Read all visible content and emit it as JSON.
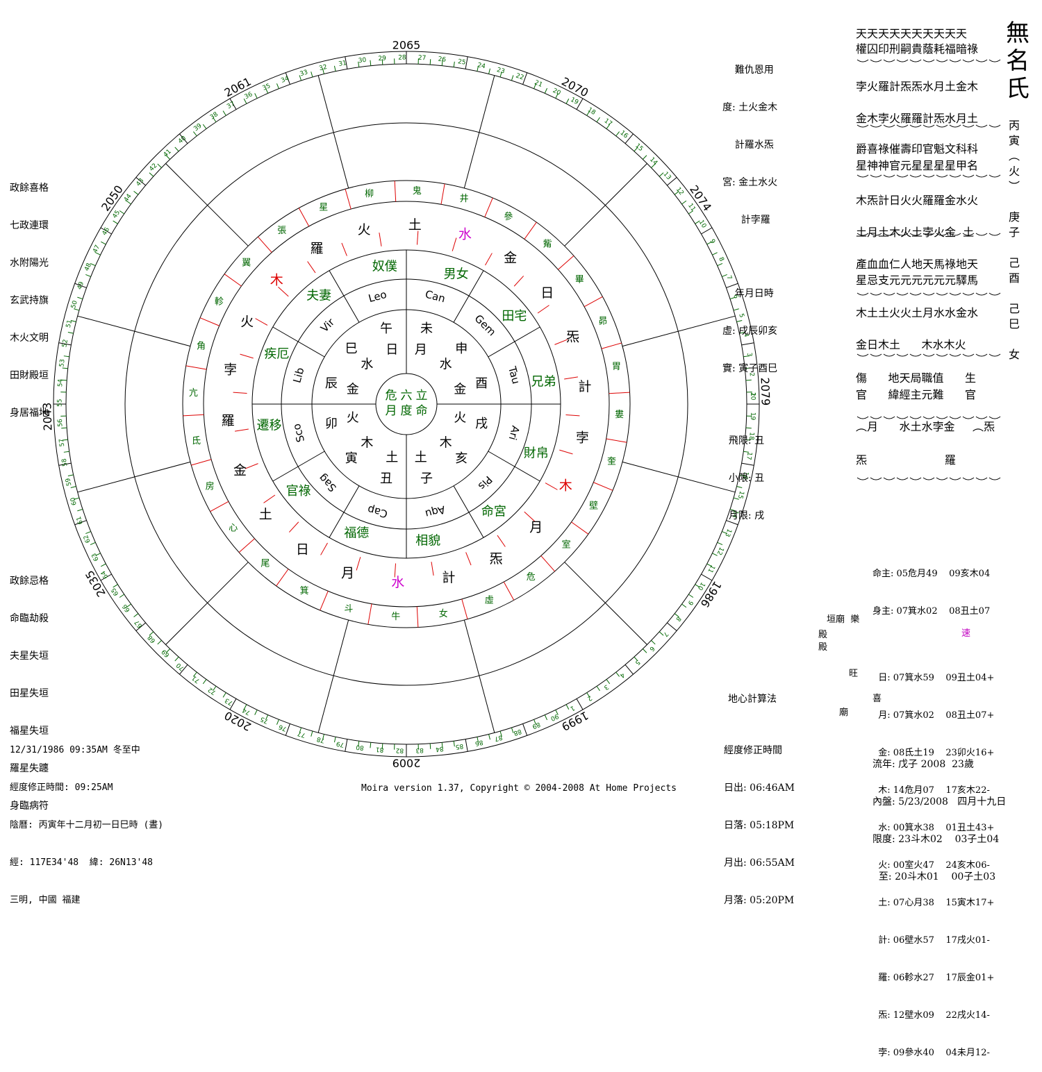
{
  "footer": "Moira version 1.37, Copyright © 2004-2008 At Home Projects",
  "title": "無\n名\n氏",
  "pillars": "丙\n寅\n︵\n火\n︶\n\n庚\n子\n\n己\n酉\n\n己\n巳\n\n女",
  "top_info": {
    "l1": "    難仇恩用",
    "l2": "度: 土火金木",
    "l3": "    計羅水炁",
    "l4": "宮: 金土水火",
    "l5": "      計孛羅",
    "l6": "    年月日時",
    "l7": "虛: 戌辰卯亥",
    "l8": "實: 寅子酉巳",
    "l9": "  飛限: 丑",
    "l10": "  小限: 丑",
    "l11": "  月限: 戌"
  },
  "left_upper": [
    "政餘喜格",
    "七政連環",
    "水附陽光",
    "玄武持旗",
    "木火文明",
    "田財殿垣",
    "身居福地"
  ],
  "left_lower": [
    "政餘忌格",
    "命臨劫殺",
    "夫星失垣",
    "田星失垣",
    "福星失垣",
    "羅星失躔",
    "身臨病符"
  ],
  "bottom_left": {
    "l1": "12/31/1986 09:35AM 冬至中",
    "l2": "經度修正時間: 09:25AM",
    "l3": "陰曆: 丙寅年十二月初一日巳時 (晝)",
    "l4": "經: 117E34'48  緯: 26N13'48",
    "l5": "三明, 中國 福建"
  },
  "center_bottom": {
    "method": "地心計算法",
    "l1": "經度修正時間",
    "l2": "日出: 06:46AM",
    "l3": "日落: 05:18PM",
    "l4": "月出: 06:55AM",
    "l5": "月落: 05:20PM"
  },
  "right_table": {
    "r1": "命主: 05危月49    09亥木04",
    "r2": "身主: 07箕水02    08丑土07",
    "r3": "  日: 07箕水59    09丑土04+",
    "r4": "  月: 07箕水02    08丑土07+",
    "r5": "  金: 08氐土19    23卯火16+",
    "r6": "  木: 14危月07    17亥木22-",
    "r7": "  水: 00箕水38    01丑土43+",
    "r8": "  火: 00室火47    24亥木06-",
    "r9": "  土: 07心月38    15寅木17+",
    "r10": "  計: 06壁水57    17戌火01-",
    "r11": "  羅: 06軫水27    17辰金01+",
    "r12": "  炁: 12壁水09    22戌火14-",
    "r13": "  孛: 09參水40    04未月12-",
    "fast": "速",
    "s1": "垣廟  樂",
    "s2": "殿",
    "s3": "殿",
    "s4": "旺",
    "s5": "喜",
    "s6": "廟"
  },
  "flow": {
    "l1": "流年: 戊子 2008  23歲",
    "l2": "內盤: 5/23/2008   四月十九日",
    "l3": "限度: 23斗木02    03子土04",
    "l4": "  至: 20斗木01    00子土03"
  },
  "right_grid": {
    "row1a": "天天天天天天天天天天",
    "row1b": "權囚印刑嗣貴蔭耗福暗祿",
    "row2a": "孛火羅計炁炁水月土金木",
    "row2b": "金木孛火羅羅計炁水月土",
    "row3a": "爵喜祿催壽印官魁文科科",
    "row3b": "星神神官元星星星星甲名",
    "row4a": "木炁計日火火羅羅金水火",
    "row4b": "土月土木火土孛火金  土",
    "row5a": "產血血仁人地天馬祿地天",
    "row5b": "星忌支元元元元元元驛馬",
    "row6a": "木土土火火土月水水金水",
    "row6b": "金日木土      木水木火",
    "bottom1": "傷      地天局職值      生",
    "bottom2": "官      緯經主元難      官",
    "bottom3": "︵月      水土水孛金     ︵炁",
    "bottom4": "炁                      羅"
  },
  "chart": {
    "years": {
      "y2065": "2065",
      "y2070": "2070",
      "y2074": "2074",
      "y2079": "2079",
      "y1986": "1986",
      "y1999": "1999",
      "y2009": "2009",
      "y2020": "2020",
      "y2035": "2035",
      "y2043": "2043",
      "y2050": "2050",
      "y2061": "2061"
    },
    "center": {
      "a": "危",
      "b": "六",
      "c": "立",
      "d": "月",
      "e": "度",
      "f": "命"
    },
    "signs": [
      "Leo",
      "Can",
      "Gem",
      "Tau",
      "Ari",
      "Pis",
      "Aqu",
      "Cap",
      "Sag",
      "Sco",
      "Lib",
      "Vir"
    ],
    "branches": [
      "午",
      "未",
      "申",
      "酉",
      "戌",
      "亥",
      "子",
      "丑",
      "寅",
      "卯",
      "辰",
      "巳"
    ],
    "branch_elem": [
      "日",
      "月",
      "水",
      "金",
      "火",
      "木",
      "土",
      "土",
      "木",
      "火",
      "金",
      "水"
    ],
    "palaces": [
      "奴僕",
      "男女",
      "田宅",
      "兄弟",
      "財帛",
      "命宮",
      "相貌",
      "福德",
      "官祿",
      "遷移",
      "疾厄",
      "夫妻"
    ],
    "mansions": [
      "柳",
      "鬼",
      "井",
      "參",
      "觜",
      "畢",
      "昴",
      "胃",
      "婁",
      "奎",
      "壁",
      "室",
      "危",
      "虛",
      "女",
      "牛",
      "斗",
      "箕",
      "尾",
      "心",
      "房",
      "氐",
      "亢",
      "角",
      "軫",
      "翼",
      "張",
      "星"
    ],
    "planets_inner": [
      "羅",
      "火",
      "土",
      "水",
      "金",
      "日",
      "炁",
      "計",
      "孛",
      "木",
      "月",
      "炁",
      "計",
      "水",
      "月",
      "日",
      "土",
      "金",
      "羅",
      "孛",
      "火",
      "木"
    ]
  }
}
